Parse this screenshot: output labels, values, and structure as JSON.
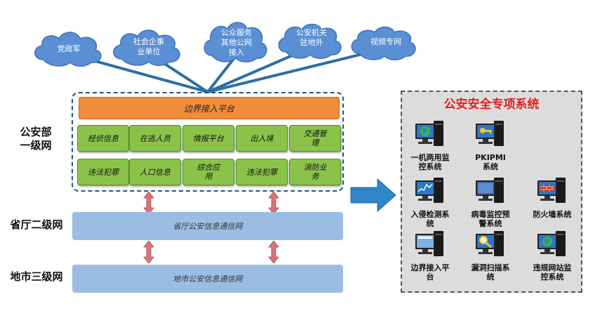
{
  "clouds": [
    {
      "id": "party-gov-army",
      "label": "党政军"
    },
    {
      "id": "social-enterprise",
      "label": "社会企事\n业单位"
    },
    {
      "id": "public-service",
      "label": "公众服务\n其他公网\n接入"
    },
    {
      "id": "police-outposts",
      "label": "公安机关\n驻地外"
    },
    {
      "id": "video-network",
      "label": "视频专网"
    }
  ],
  "levels": {
    "ministry": "公安部\n一级网",
    "province": "省厅二级网",
    "city": "地市三级网"
  },
  "border_platform": "边界接入平台",
  "modules": [
    [
      "经侦信息",
      "在逃人员",
      "情报平台",
      "出入境",
      "交通管\n理"
    ],
    [
      "违法犯罪",
      "人口信息",
      "综合应\n用",
      "违法犯罪",
      "消防业\n务"
    ]
  ],
  "networks": {
    "province": "省厅公安信息通信网",
    "city": "地市公安信息通信网"
  },
  "panel": {
    "title": "公安安全专项系统",
    "systems": [
      {
        "label": "一机两用监\n控系统",
        "icon": "globe-computer-icon"
      },
      {
        "label": "PKIPMI\n系统",
        "icon": "key-computer-icon"
      },
      {
        "label": "入侵检测系\n统",
        "icon": "chart-computer-icon"
      },
      {
        "label": "病毒监控预\n警系统",
        "icon": "computer-icon"
      },
      {
        "label": "防火墙系统",
        "icon": "firewall-computer-icon"
      },
      {
        "label": "边界接入平\n台",
        "icon": "screen-computer-icon"
      },
      {
        "label": "漏洞扫描系\n统",
        "icon": "magnifier-computer-icon"
      },
      {
        "label": "违规网站监\n控系统",
        "icon": "globe-computer-icon"
      }
    ]
  },
  "colors": {
    "cloud": "#5a8fd4",
    "border_platform": "#f08c3a",
    "module": "#8bc34a",
    "net_bar": "#9cbde3",
    "arrow": "#2e86c8",
    "connector": "#d9747a",
    "title": "#e41e1e"
  }
}
